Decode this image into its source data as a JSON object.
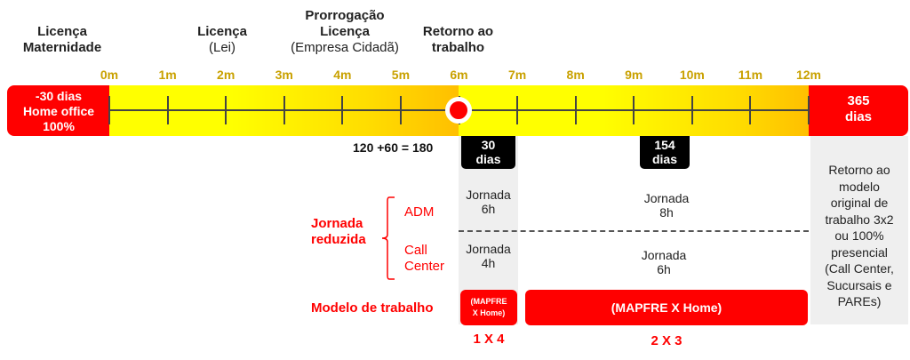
{
  "headers": {
    "maternidade": [
      "Licença",
      "Maternidade"
    ],
    "lei": [
      "Licença",
      "(Lei)"
    ],
    "prorrogacao": [
      "Prorrogação",
      "Licença",
      "(Empresa Cidadã)"
    ],
    "retorno": [
      "Retorno ao",
      "trabalho"
    ]
  },
  "ticks": [
    "0m",
    "1m",
    "2m",
    "3m",
    "4m",
    "5m",
    "6m",
    "7m",
    "8m",
    "9m",
    "10m",
    "11m",
    "12m"
  ],
  "left_box": [
    "-30 dias",
    "Home office",
    "100%"
  ],
  "right_box": [
    "365",
    "dias"
  ],
  "equation": "120  +60 = 180",
  "badges": {
    "b30": [
      "30",
      "dias"
    ],
    "b154": [
      "154",
      "dias"
    ]
  },
  "jornada": {
    "label": [
      "Jornada",
      "reduzida"
    ],
    "adm": "ADM",
    "callcenter": [
      "Call",
      "Center"
    ],
    "adm_first": [
      "Jornada",
      "6h"
    ],
    "adm_second": [
      "Jornada",
      "8h"
    ],
    "cc_first": [
      "Jornada",
      "4h"
    ],
    "cc_second": [
      "Jornada",
      "6h"
    ]
  },
  "retorno_modelo": [
    "Retorno ao",
    "modelo",
    "original de",
    "trabalho 3x2",
    "ou 100%",
    "presencial",
    "(Call Center,",
    "Sucursais e",
    "PAREs)"
  ],
  "modelo": {
    "label": "Modelo de trabalho",
    "first": [
      "(MAPFRE",
      "X Home)"
    ],
    "second": "(MAPFRE X Home)",
    "first_ratio": "1 X 4",
    "second_ratio": "2 X 3"
  },
  "colors": {
    "red": "#ff0000",
    "yellow": "#ffff00",
    "orange": "#ffbf00",
    "tick_label": "#c9a100"
  }
}
